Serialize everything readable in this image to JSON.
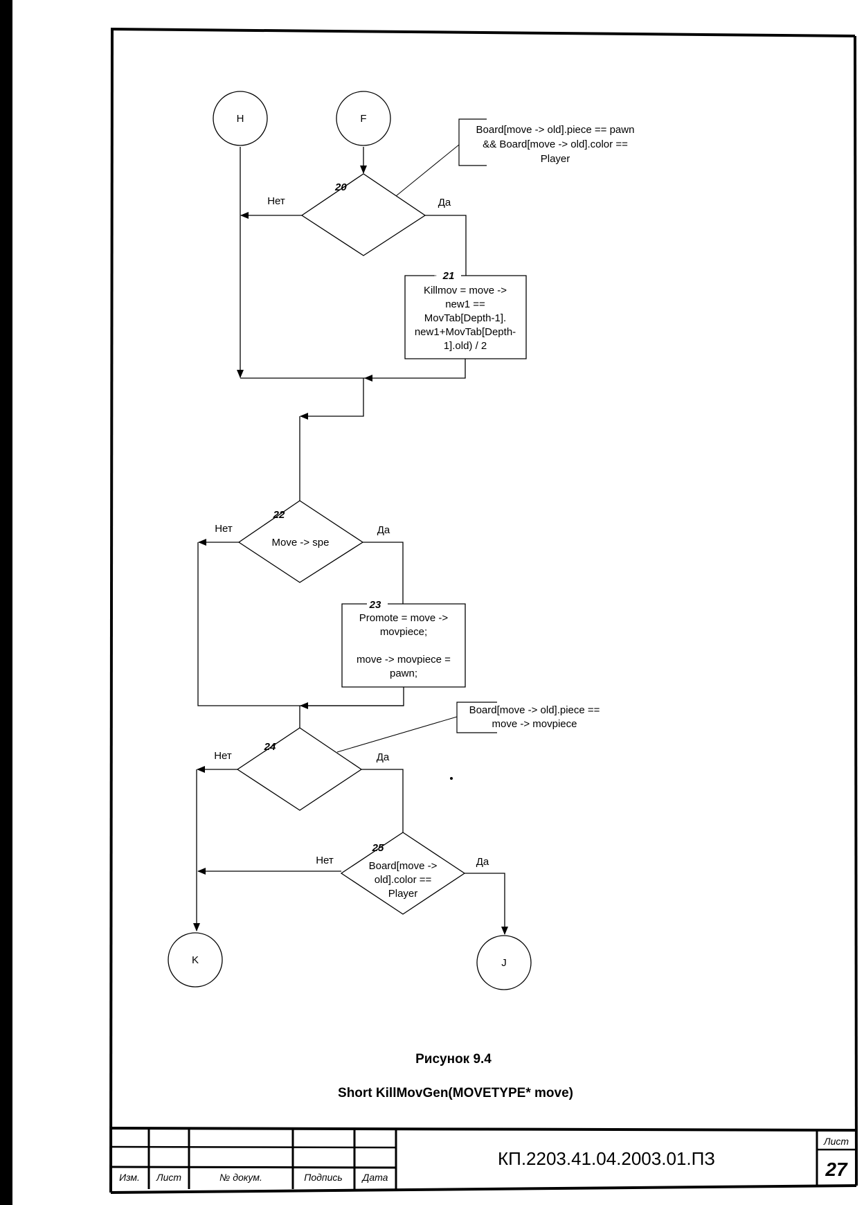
{
  "diagram": {
    "connectors": {
      "H": "H",
      "F": "F",
      "K": "K",
      "J": "J"
    },
    "branch_labels": {
      "yes": "Да",
      "no": "Нет"
    },
    "nodes": {
      "n20": {
        "number": "20"
      },
      "n21": {
        "number": "21",
        "lines": [
          "Killmov = move ->",
          "new1 ==",
          "MovTab[Depth-1].",
          "new1+MovTab[Depth-",
          "1].old) / 2"
        ]
      },
      "n22": {
        "number": "22",
        "lines": [
          "Move -> spe"
        ]
      },
      "n23": {
        "number": "23",
        "lines": [
          "Promote = move ->",
          "movpiece;",
          "",
          "move -> movpiece =",
          "pawn;"
        ]
      },
      "n24": {
        "number": "24"
      },
      "n25": {
        "number": "25",
        "lines": [
          "Board[move ->",
          "old].color ==",
          "Player"
        ]
      }
    },
    "comments": {
      "c20": [
        "Board[move -> old].piece == pawn",
        "&& Board[move -> old].color ==",
        "Player"
      ],
      "c24": [
        "Board[move -> old].piece ==",
        "move -> movpiece"
      ]
    },
    "caption": {
      "figure": "Рисунок 9.4",
      "title": "Short KillMovGen(MOVETYPE* move)"
    }
  },
  "title_block": {
    "columns": [
      "Изм.",
      "Лист",
      "№ докум.",
      "Подпись",
      "Дата"
    ],
    "document_code": "КП.2203.41.04.2003.01.ПЗ",
    "sheet_label": "Лист",
    "sheet_number": "27"
  }
}
